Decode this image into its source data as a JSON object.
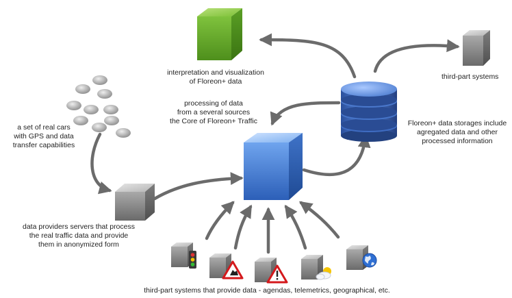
{
  "labels": {
    "interpretation": [
      "interpretation and visualization",
      "of Floreon+ data"
    ],
    "third_part_systems": [
      "third-part systems"
    ],
    "cars": [
      "a set of real cars",
      "with GPS and data",
      "transfer capabilities"
    ],
    "core": [
      "processing of data",
      "from a several sources",
      "the Core of Floreon+ Traffic"
    ],
    "storage": [
      "Floreon+ data storages include",
      "agregated data and other",
      "processed information"
    ],
    "providers": [
      "data providers servers that process",
      "the real traffic data and provide",
      "them in anonymized form"
    ],
    "sources": [
      "third-part systems that provide data - agendas, telemetrics, geographical, etc."
    ]
  },
  "icons": {
    "viz_cube": "green-cube-icon",
    "core_cube": "blue-cube-icon",
    "database": "database-stack-icon",
    "third_party_server": "gray-server-cube-icon",
    "provider_server": "gray-server-cube-icon",
    "cars": "car-dot-icon",
    "source_1": "traffic-light-icon",
    "source_2": "road-works-sign-icon",
    "source_3": "warning-sign-icon",
    "source_4": "weather-icon",
    "source_5": "globe-icon"
  },
  "colors": {
    "arrow": "#6b6b6b",
    "green_cube": "#6bb02a",
    "blue_cube": "#3f7fd6",
    "gray_cube": "#8a8a8a",
    "database": "#3a64b8"
  }
}
